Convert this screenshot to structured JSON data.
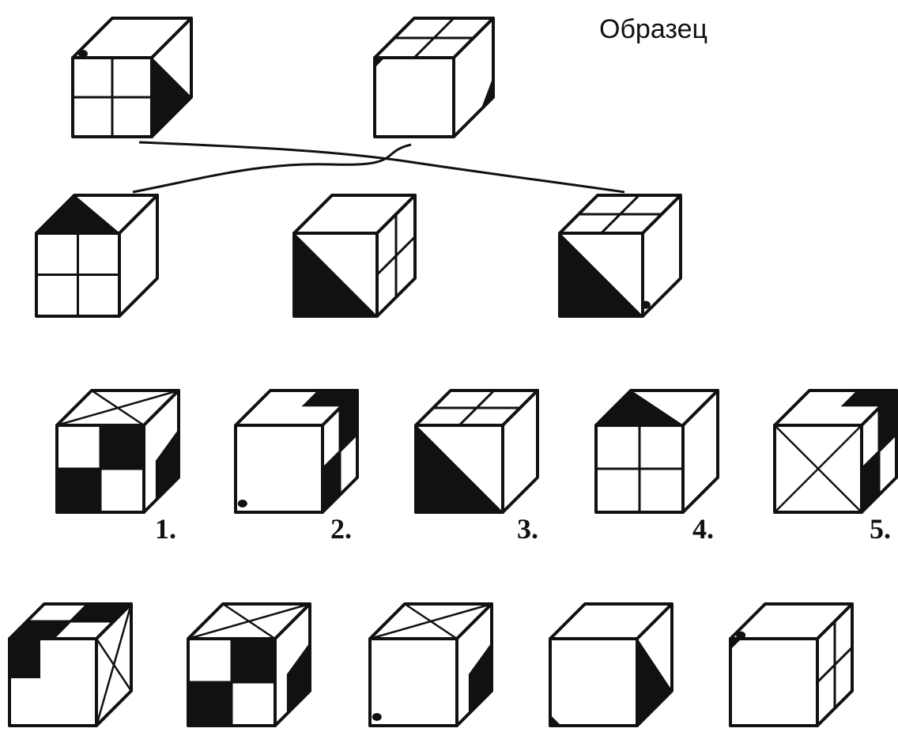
{
  "header": {
    "sample_label": "Образец"
  },
  "sample_cubes": [
    {
      "front": "quad",
      "top": "dot",
      "side": "diag-dark"
    },
    {
      "front": "corner",
      "top": "quad",
      "side": "diag-dark-small"
    }
  ],
  "reference_cubes": [
    {
      "front": "quad",
      "top": "diag-dark",
      "side": "plain"
    },
    {
      "front": "diag-dark",
      "top": "plain",
      "side": "quad"
    },
    {
      "front": "diag-dark",
      "top": "quad",
      "side": "dot"
    }
  ],
  "answers_row1": [
    {
      "label": "1.",
      "front": "checker",
      "top": "x",
      "side": "dark-low"
    },
    {
      "label": "2.",
      "front": "dot",
      "top": "dark-corner",
      "side": "checker"
    },
    {
      "label": "3.",
      "front": "diag-dark",
      "top": "quad",
      "side": "plain"
    },
    {
      "label": "4.",
      "front": "quad",
      "top": "diag-dark",
      "side": "plain"
    },
    {
      "label": "5.",
      "front": "x",
      "top": "dark-corner",
      "side": "checker"
    }
  ],
  "answers_row2": [
    {
      "label": "",
      "front": "dark-L",
      "top": "checker",
      "side": "x"
    },
    {
      "label": "",
      "front": "checker",
      "top": "x",
      "side": "dark-low"
    },
    {
      "label": "",
      "front": "dot",
      "top": "x",
      "side": "dark-low"
    },
    {
      "label": "",
      "front": "corner-bl",
      "top": "plain",
      "side": "diag-dark"
    },
    {
      "label": "",
      "front": "corner",
      "top": "dot",
      "side": "quad"
    }
  ]
}
